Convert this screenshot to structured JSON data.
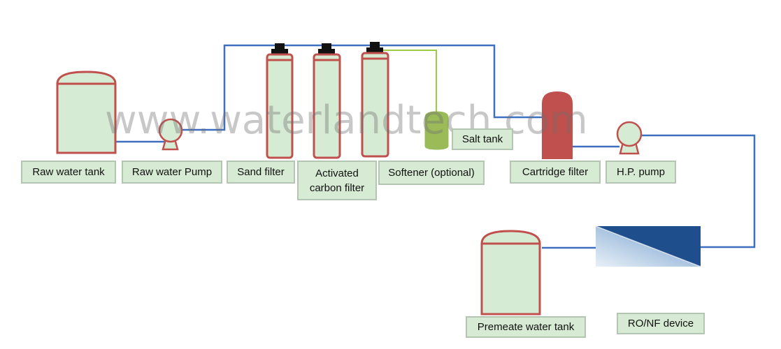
{
  "colors": {
    "pipe": "#3f6fbf",
    "salt_line": "#9ccc45",
    "vessel_fill": "#d6ebd4",
    "vessel_border": "#c0504d",
    "cartridge_fill": "#c0504d",
    "salt_tank_fill": "#9bbb59",
    "valve": "#111111",
    "membrane_dark": "#1f4e8c",
    "label_fill": "#d7ead4",
    "label_border": "#b3c6b1"
  },
  "watermark": "www.waterlandtech.com",
  "labels": {
    "raw_water_tank": "Raw water tank",
    "raw_water_pump": "Raw water Pump",
    "sand_filter": "Sand filter",
    "activated_carbon_line1": "Activated",
    "activated_carbon_line2": "carbon filter",
    "softener": "Softener (optional)",
    "salt_tank": "Salt tank",
    "cartridge_filter": "Cartridge filter",
    "hp_pump": "H.P. pump",
    "premeate_water_tank": "Premeate water tank",
    "ro_nf_device": "RO/NF device"
  }
}
